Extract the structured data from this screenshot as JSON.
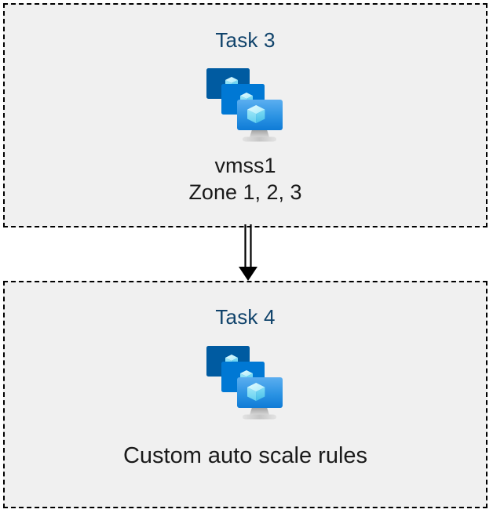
{
  "diagram": {
    "type": "flow",
    "background_color": "#ffffff",
    "box_fill_color": "#f0f0f0",
    "box_border_color": "#000000",
    "box_border_style": "dashed",
    "title_color": "#10436b",
    "caption_color": "#1a1a1a",
    "connector_color": "#000000"
  },
  "nodes": [
    {
      "id": "task3",
      "title": "Task 3",
      "icon": "azure-vm-scale-set-icon",
      "caption_line1": "vmss1",
      "caption_line2": "Zone 1, 2, 3"
    },
    {
      "id": "task4",
      "title": "Task 4",
      "icon": "azure-vm-scale-set-icon",
      "caption_line1": "Custom auto scale rules",
      "caption_line2": ""
    }
  ],
  "connector": {
    "from": "task3",
    "to": "task4",
    "style": "double-line-arrow",
    "direction": "down"
  },
  "icon_colors": {
    "monitor_back": "#005BA1",
    "monitor_mid": "#0078D4",
    "monitor_front_top": "#50A7EE",
    "monitor_front_bottom": "#0F7BD6",
    "cube_light": "#C3F1FB",
    "cube_mid": "#9CEBFB",
    "cube_dark": "#50C8EE",
    "stand_gray": "#949494",
    "stand_base": "#D2D2D2"
  }
}
